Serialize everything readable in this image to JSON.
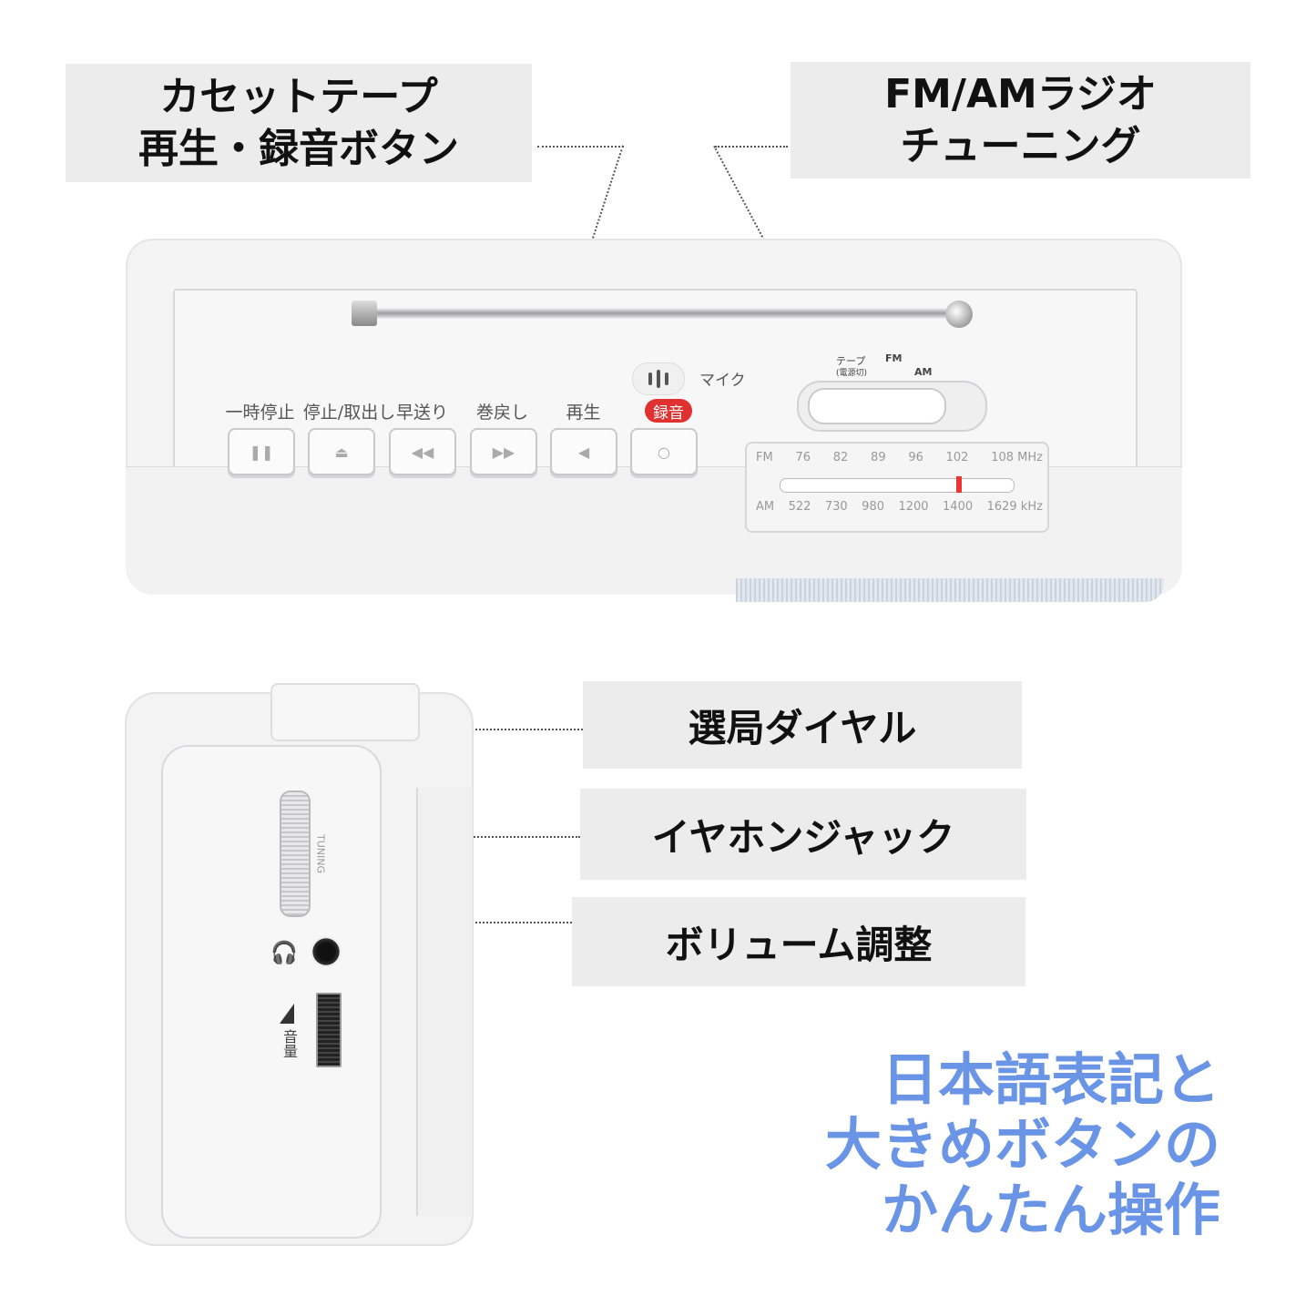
{
  "callouts": {
    "cassette": [
      "カセットテープ",
      "再生・録音ボタン"
    ],
    "radio": [
      "FM/AMラジオ",
      "チューニング"
    ],
    "tuning_dial": "選局ダイヤル",
    "earphone": "イヤホンジャック",
    "volume": "ボリューム調整"
  },
  "buttons": [
    {
      "label": "一時停止",
      "icon": "pause-icon"
    },
    {
      "label": "停止/取出し",
      "icon": "eject-icon"
    },
    {
      "label": "早送り",
      "icon": "fast-forward-icon"
    },
    {
      "label": "巻戻し",
      "icon": "rewind-icon"
    },
    {
      "label": "再生",
      "icon": "play-icon"
    },
    {
      "label": "録音",
      "icon": "record-icon"
    }
  ],
  "mic_label": "マイク",
  "switch": {
    "tape": "テープ",
    "tape_sub": "(電源切)",
    "fm": "FM",
    "am": "AM"
  },
  "dial": {
    "fm_label": "FM",
    "fm_values": [
      "76",
      "82",
      "89",
      "96",
      "102",
      "108 MHz"
    ],
    "am_label": "AM",
    "am_values": [
      "522",
      "730",
      "980",
      "1200",
      "1400",
      "1629 kHz"
    ]
  },
  "side": {
    "tuning_tag": "TUNING",
    "volume_text": "音量"
  },
  "tagline": [
    "日本語表記と",
    "大きめボタンの",
    "かんたん操作"
  ],
  "colors": {
    "tagline": "#6a94e6",
    "record": "#e03030",
    "callout_bg": "#ececec"
  }
}
